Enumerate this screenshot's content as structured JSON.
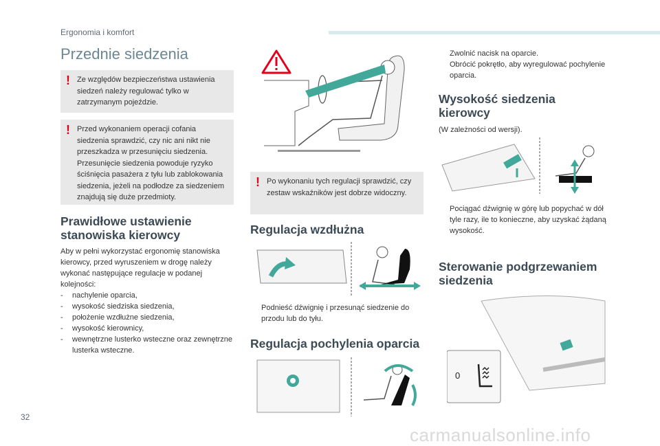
{
  "header": {
    "section_label": "Ergonomia i komfort"
  },
  "page_title": "Przednie siedzenia",
  "warnings": {
    "w1": "Ze względów bezpieczeństwa ustawienia siedzeń należy regulować tylko w zatrzymanym pojeździe.",
    "w2": "Przed wykonaniem operacji cofania siedzenia sprawdzić, czy nic ani nikt nie przeszkadza w przesunięciu siedzenia. Przesunięcie siedzenia powoduje ryzyko ściśnięcia pasażera z tyłu lub zablokowania siedzenia, jeżeli na podłodze za siedzeniem znajdują się duże przedmioty.",
    "w3": "Po wykonaniu tych regulacji sprawdzić, czy zestaw wskaźników jest dobrze widoczny."
  },
  "driver_position": {
    "heading_line1": "Prawidłowe ustawienie",
    "heading_line2": "stanowiska kierowcy",
    "intro": "Aby w pełni wykorzystać ergonomię stanowiska kierowcy, przed wyruszeniem w drogę należy wykonać następujące regulacje w podanej kolejności:",
    "items": [
      "nachylenie oparcia,",
      "wysokość siedziska siedzenia,",
      "położenie wzdłużne siedzenia,",
      "wysokość kierownicy,",
      "wewnętrzne lusterko wsteczne oraz zewnętrzne lusterka wsteczne."
    ]
  },
  "longitudinal": {
    "heading": "Regulacja wzdłużna",
    "step": "Podnieść dźwignię i przesunąć siedzenie do przodu lub do tyłu."
  },
  "backrest": {
    "heading": "Regulacja pochylenia oparcia",
    "steps": [
      "Zwolnić nacisk na oparcie.",
      "Obrócić pokrętło, aby wyregulować pochylenie oparcia."
    ]
  },
  "seat_height": {
    "heading_line1": "Wysokość siedzenia",
    "heading_line2": "kierowcy",
    "note": "(W zależności od wersji).",
    "step": "Pociągać dźwignię w górę lub popychać w dół tyle razy, ile to konieczne, aby uzyskać żądaną wysokość."
  },
  "heating": {
    "heading_line1": "Sterowanie podgrzewaniem",
    "heading_line2": "siedzenia",
    "switch_value": "0"
  },
  "bullet_glyph": "",
  "warning_glyph": "!",
  "footer": {
    "page_number": "32",
    "watermark": "carmanualsonline.info"
  },
  "colors": {
    "warning_red": "#e2001a",
    "arrow_teal": "#41a89a",
    "warning_bg": "#e8e8e8",
    "title_blue": "#6b8794"
  },
  "icons": [
    "warning-triangle-icon",
    "seat-heating-icon"
  ]
}
